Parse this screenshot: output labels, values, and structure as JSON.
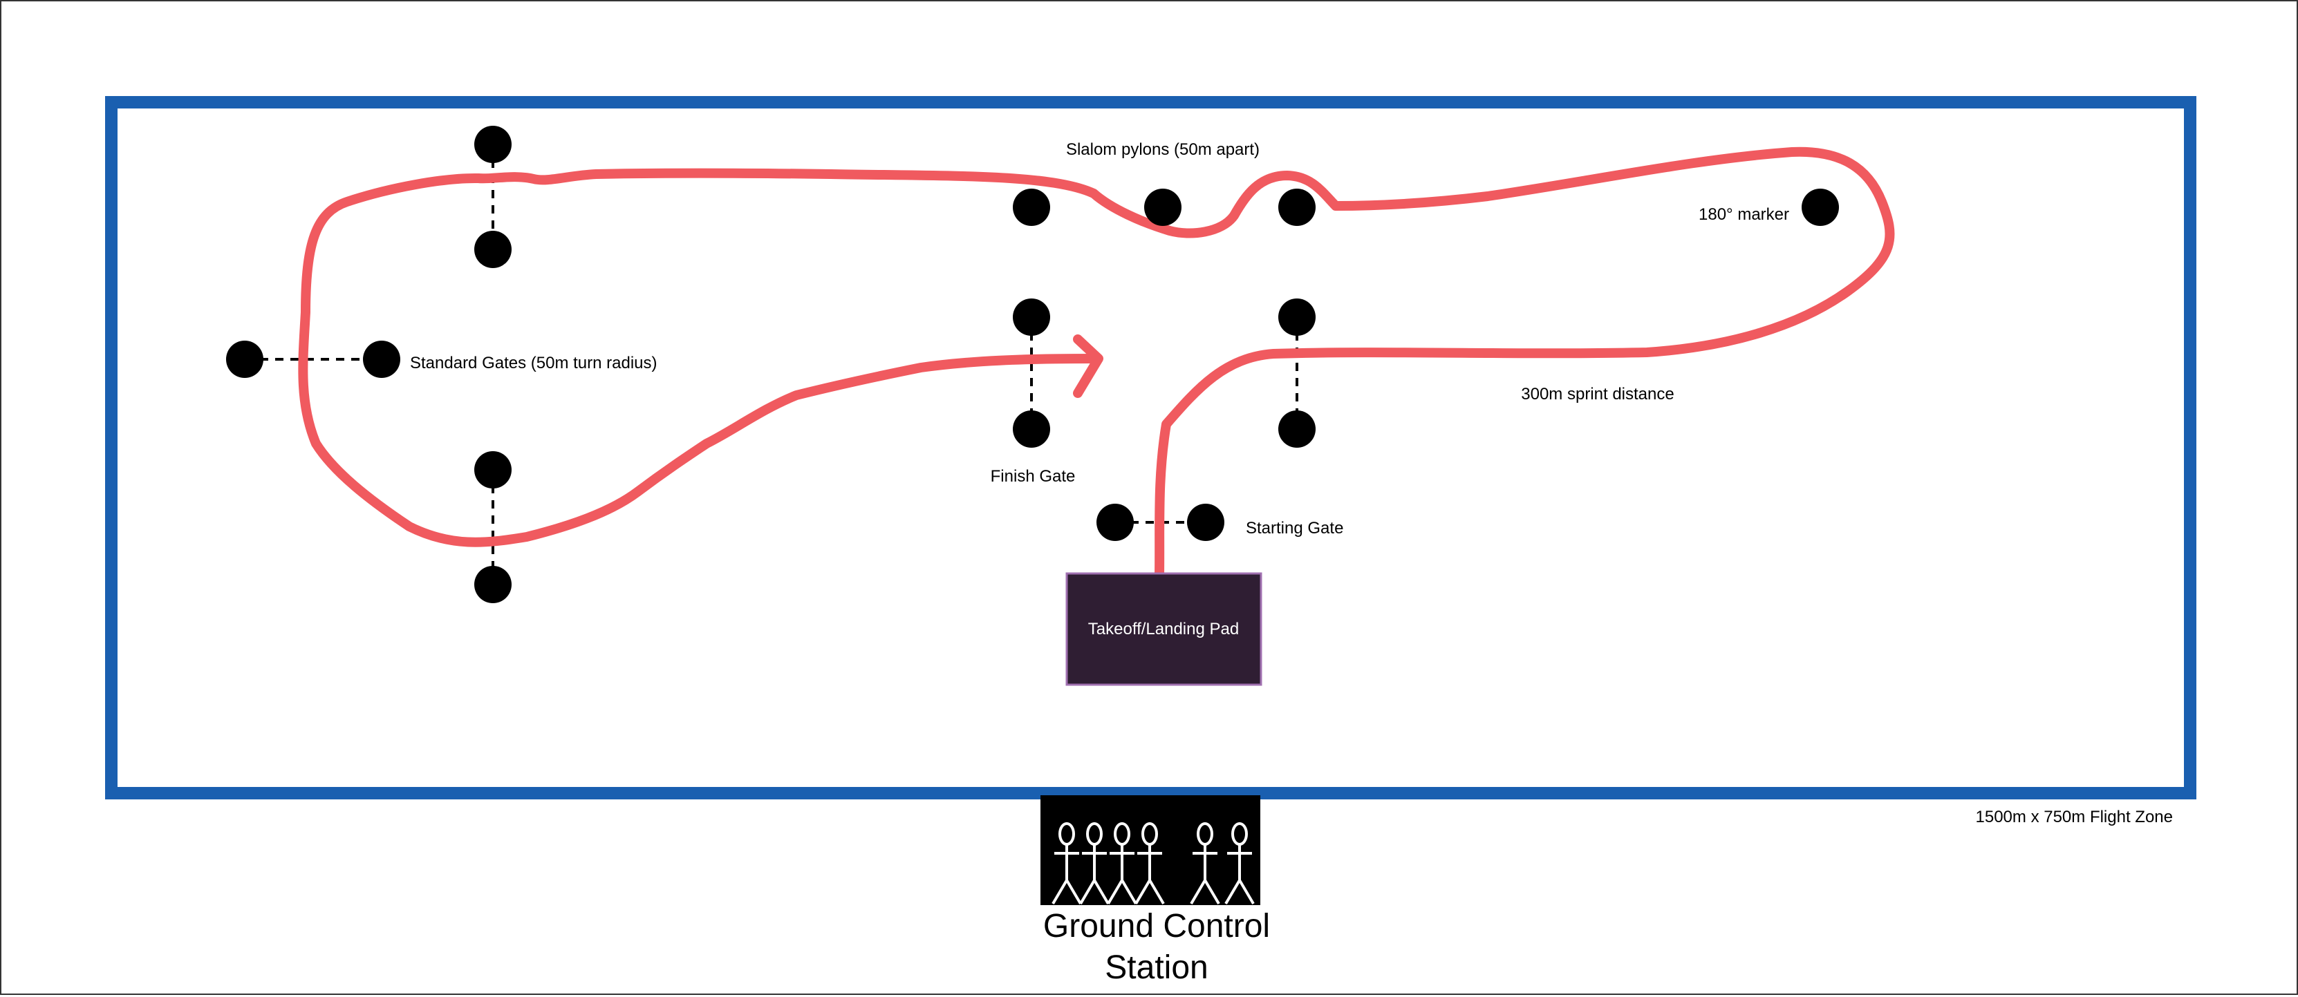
{
  "labels": {
    "slalom": "Slalom pylons (50m apart)",
    "marker_180": "180° marker",
    "standard_gates": "Standard Gates (50m turn radius)",
    "sprint": "300m sprint distance",
    "finish_gate": "Finish Gate",
    "starting_gate": "Starting Gate",
    "pad": "Takeoff/Landing Pad",
    "flight_zone": "1500m x 750m Flight Zone",
    "gcs_line1": "Ground Control",
    "gcs_line2": "Station"
  },
  "colors": {
    "zone_border": "#1a5fb0",
    "flight_path": "#f05a5f",
    "pylon": "#000000",
    "pad_fill": "#2f1e33",
    "pad_border": "#a070b0",
    "gcs_fill": "#000000",
    "gcs_figures": "#ffffff"
  },
  "icons": {
    "pylon": "filled-circle",
    "operator": "stick-figure"
  }
}
